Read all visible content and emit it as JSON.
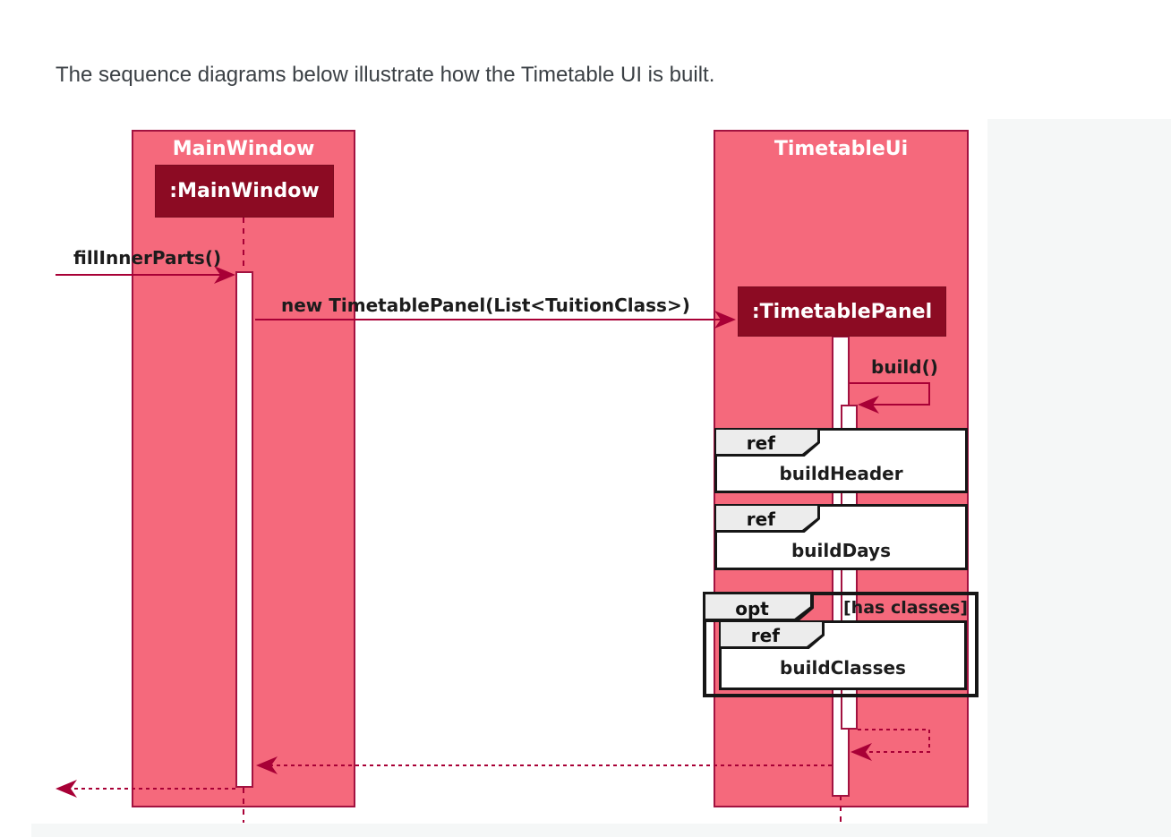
{
  "page": {
    "paragraph": "The sequence diagrams below illustrate how the Timetable UI is built."
  },
  "diagram": {
    "type": "uml-sequence",
    "colors": {
      "participant_fill": "#f5697c",
      "frame_border": "#a21240",
      "line": "#a80036",
      "object_fill": "#8c0b23",
      "fragment_label_fill": "#ececec",
      "fragment_border": "#161616",
      "label_text": "#1c1c1c"
    },
    "participants": [
      {
        "title": "MainWindow",
        "object": ":MainWindow"
      },
      {
        "title": "TimetableUi",
        "object": ":TimetablePanel"
      }
    ],
    "messages": {
      "fill_inner_parts": "fillInnerParts()",
      "new_timetable_panel": "new TimetablePanel(List<TuitionClass>)",
      "build": "build()"
    },
    "fragments": {
      "ref_keyword": "ref",
      "opt_keyword": "opt",
      "opt_guard": "[has classes]",
      "build_header": "buildHeader",
      "build_days": "buildDays",
      "build_classes": "buildClasses"
    }
  }
}
